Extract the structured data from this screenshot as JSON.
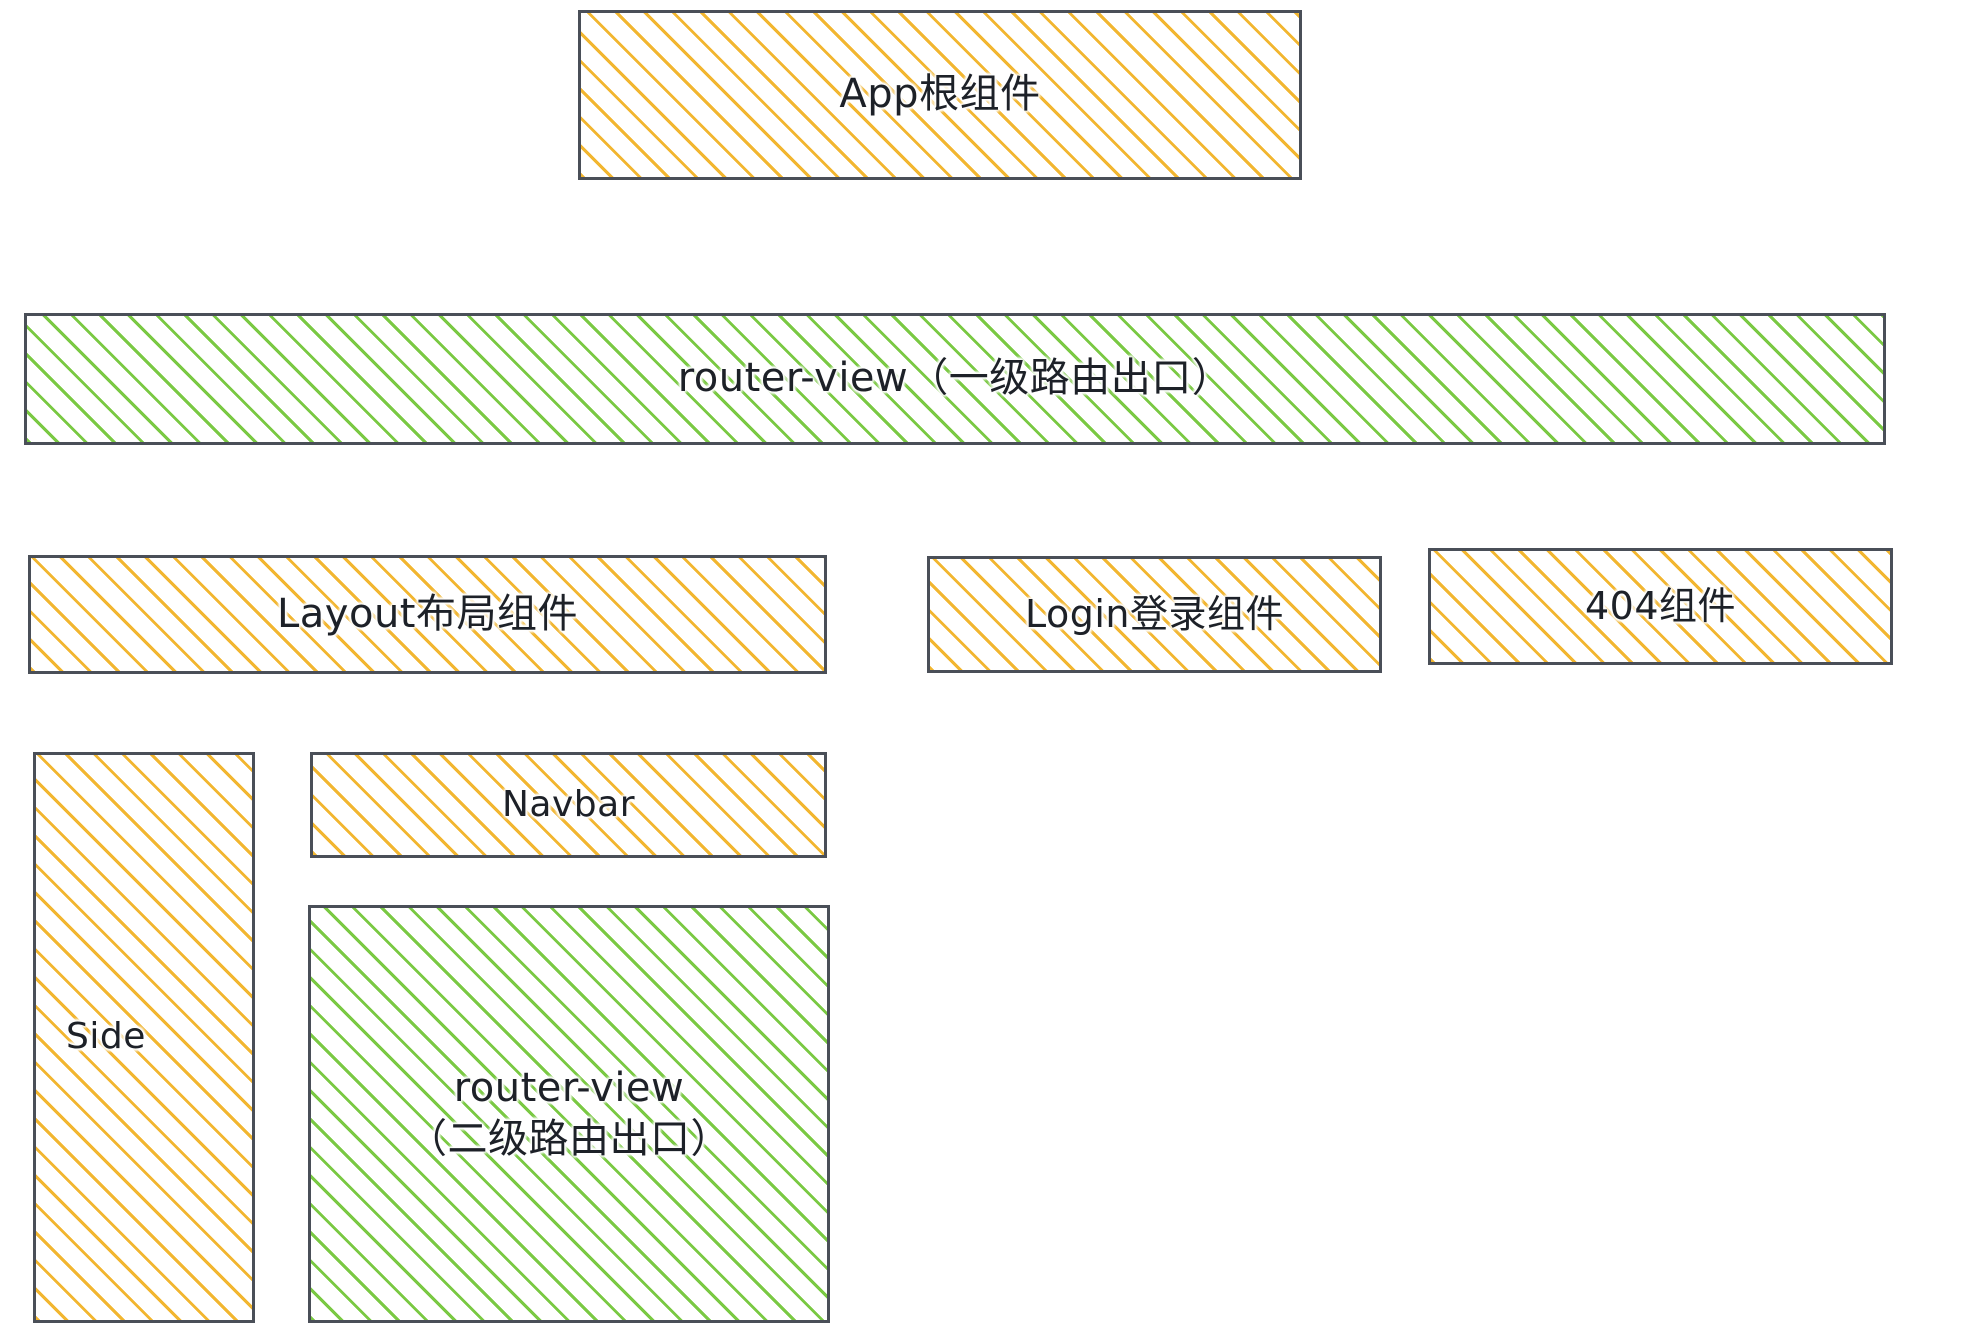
{
  "diagram": {
    "title": "Vue router-view component hierarchy",
    "colors": {
      "orange_hatch": "#f2b630",
      "green_hatch": "#7ac943",
      "border": "#4a4f58",
      "text": "#1d2128",
      "background": "#ffffff"
    },
    "nodes": [
      {
        "id": "app",
        "label": "App根组件",
        "fill": "orange"
      },
      {
        "id": "router-view-top",
        "label": "router-view（一级路由出口）",
        "fill": "green"
      },
      {
        "id": "layout",
        "label": "Layout布局组件",
        "fill": "orange"
      },
      {
        "id": "login",
        "label": "Login登录组件",
        "fill": "orange"
      },
      {
        "id": "notfound",
        "label": "404组件",
        "fill": "orange"
      },
      {
        "id": "side",
        "label": "Side",
        "fill": "orange"
      },
      {
        "id": "navbar",
        "label": "Navbar",
        "fill": "orange"
      },
      {
        "id": "router-view-nested",
        "label": "router-view\n（二级路由出口）",
        "fill": "green"
      }
    ]
  }
}
